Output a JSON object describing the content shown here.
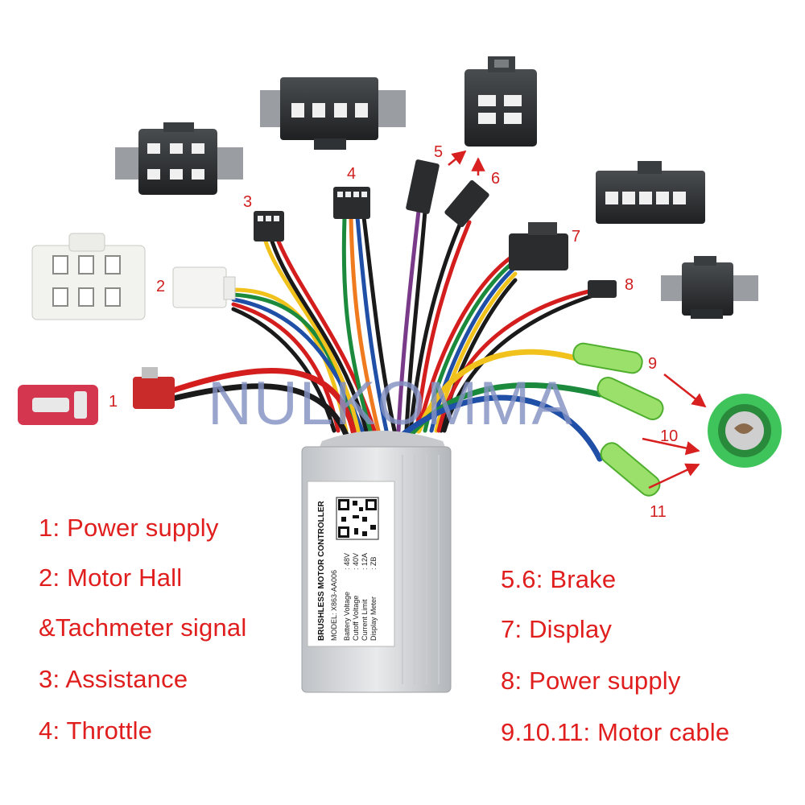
{
  "watermark": "NULKOMMA",
  "callouts": [
    "1",
    "2",
    "3",
    "4",
    "5",
    "6",
    "7",
    "8",
    "9",
    "10",
    "11"
  ],
  "legend_left": [
    "1: Power supply",
    "2: Motor Hall",
    "&Tachmeter signal",
    "3: Assistance",
    "4: Throttle"
  ],
  "legend_right": [
    "5.6: Brake",
    "7: Display",
    "8: Power supply",
    "9.10.11: Motor cable"
  ],
  "controller_label": {
    "title": "BRUSHLESS MOTOR CONTROLLER",
    "model": "MODEL: X863-AA006",
    "specs": [
      {
        "name": "Battery Voltage",
        "value": ": 48V"
      },
      {
        "name": "Cutoff Voltage",
        "value": ": 40V"
      },
      {
        "name": "Current Limit",
        "value": ": 12A"
      },
      {
        "name": "Display Meter",
        "value": ": ZB"
      }
    ]
  },
  "colors": {
    "label_red": "#e01e1e",
    "arrow_red": "#d82020",
    "watermark": "#8492c4",
    "yellow": "#f2c21c",
    "green": "#1c8a3c",
    "blue": "#1f4fa6",
    "red": "#d41e1e",
    "black": "#1a1a1a",
    "purple": "#7a3a8a",
    "orange": "#f07a1e",
    "white": "#f4f4f4"
  }
}
